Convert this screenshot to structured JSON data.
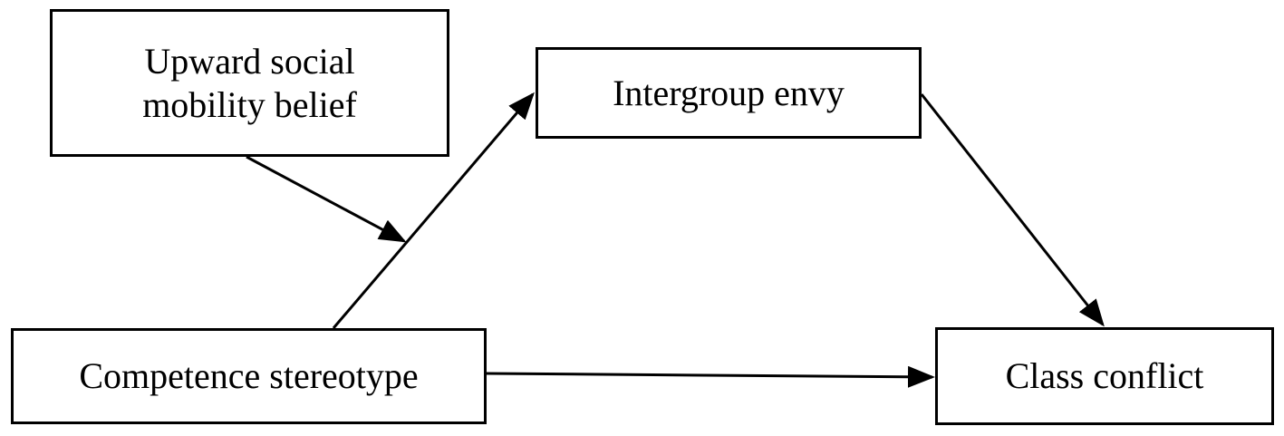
{
  "diagram": {
    "nodes": {
      "moderator": {
        "label": "Upward social mobility belief"
      },
      "mediator": {
        "label": "Intergroup envy"
      },
      "predictor": {
        "label": "Competence stereotype"
      },
      "outcome": {
        "label": "Class conflict"
      }
    },
    "edges": [
      {
        "from": "predictor",
        "to": "mediator"
      },
      {
        "from": "mediator",
        "to": "outcome"
      },
      {
        "from": "predictor",
        "to": "outcome"
      },
      {
        "from": "moderator",
        "to": "predictor-mediator path"
      }
    ],
    "colors": {
      "stroke": "#000000",
      "background": "#ffffff"
    }
  }
}
